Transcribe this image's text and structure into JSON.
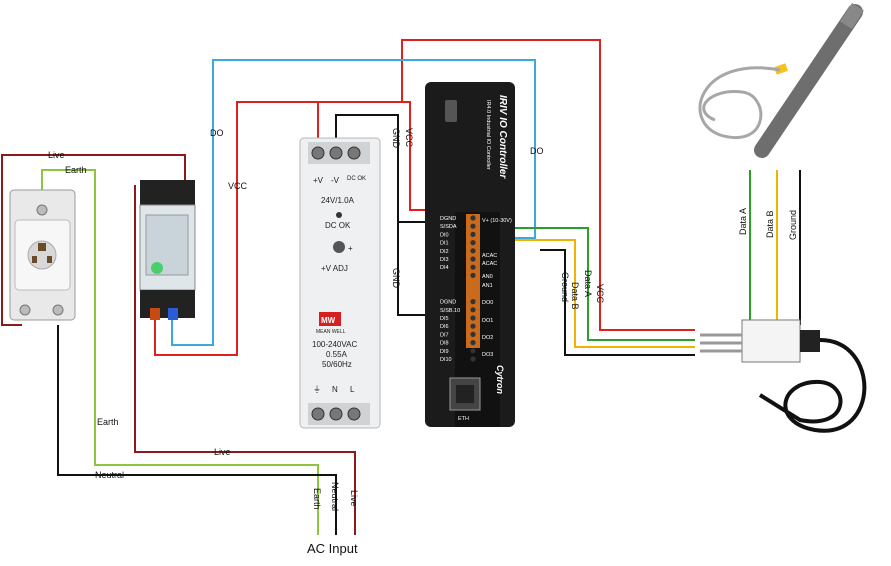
{
  "colors": {
    "live": "#8b1a1a",
    "earth": "#8cc63f",
    "neutral": "#111111",
    "vcc": "#e0201b",
    "gnd": "#111111",
    "do": "#3da8e0",
    "data_a": "#2aa02a",
    "data_b": "#f0b400",
    "ground": "#111111"
  },
  "wires": {
    "live": "Live",
    "earth": "Earth",
    "neutral": "Neutral",
    "do": "DO",
    "vcc": "VCC",
    "gnd": "GND",
    "data_a": "Data A",
    "data_b": "Data B",
    "ground": "Ground"
  },
  "ac_input": "AC Input",
  "psu": {
    "brand": "MEAN WELL",
    "terminals_top": [
      "+V",
      "-V",
      "DC OK"
    ],
    "rating_dc": "24V/1.0A",
    "dc_ok": "DC OK",
    "adj": "+V ADJ",
    "input_range": "100-240VAC",
    "input_current": "0.55A",
    "input_freq": "50/60Hz",
    "terminals_bottom": [
      "⏚",
      "N",
      "L"
    ]
  },
  "controller": {
    "title": "IRIV IO Controller",
    "subtitle": "IR4.0 Industrial IO Controller",
    "brand": "Cytron",
    "eth": "ETH",
    "top_label": "V+ (10-30V)",
    "left_pins": [
      "DGND",
      "S/SDA",
      "DI0",
      "DI1",
      "DI2",
      "DI3",
      "DI4",
      "",
      "DGND",
      "S/SB.10",
      "DI5",
      "DI6",
      "DI7",
      "DI8",
      "DI9",
      "DI10"
    ],
    "right_labels": [
      "ACAC",
      "ACAC",
      "AN0",
      "AN1",
      "DO0",
      "DO1",
      "DO2",
      "DO3"
    ]
  }
}
